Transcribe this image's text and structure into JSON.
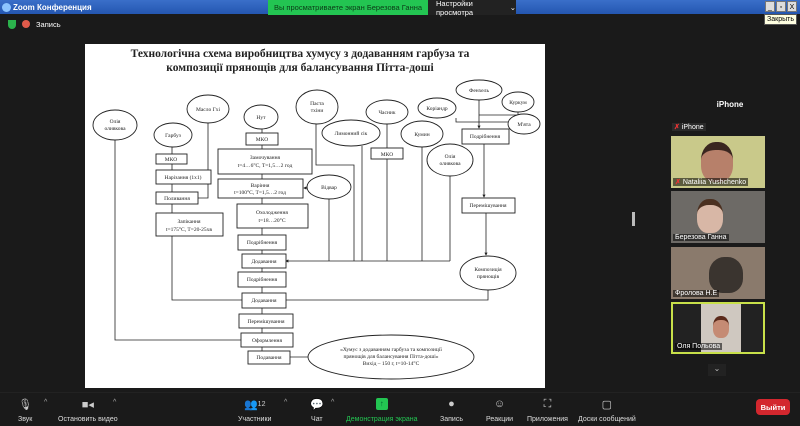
{
  "window": {
    "title": "Zoom Конференция",
    "banner": "Вы просматриваете экран Березова Ганна",
    "view_options": "Настройки просмотра",
    "tooltip": "Закрыть",
    "recording": "Запись"
  },
  "slide": {
    "title_line1": "Технологічна схема виробництва хумусу з додаванням гарбуза та",
    "title_line2": "композиції прянощів для балансування Пітта-доші",
    "nodes": {
      "olive1a": "Олія",
      "olive1b": "оливкова",
      "ghee": "Масло Гхі",
      "nut": "Нут",
      "garbuz": "Гарбуз",
      "mko1": "МКО",
      "cut": "Нарізання (1х1)",
      "pour": "Поливання",
      "bake1": "Запікання",
      "bake2": "t=175°C, T=20-25хв",
      "mko2": "МКО",
      "soak1": "Замочування",
      "soak2": "t=4…6°C, T=1,5…2 год",
      "boil1": "Варіння",
      "boil2": "t=100°C, T=1,5…2 год",
      "cool1": "Охолодження",
      "cool2": "t=18…20°C",
      "tahini1": "Паста",
      "tahini2": "тхіни",
      "lemon": "Лимонний сік",
      "garlic": "Часник",
      "mko3": "МКО",
      "cumin": "Кумин",
      "olive2a": "Олія",
      "olive2b": "оливкова",
      "coriander": "Коріандр",
      "fennel": "Фенхель",
      "curcuma": "Куркум",
      "mint": "М'ята",
      "grind_sp": "Подрібнення",
      "mix_sp": "Перемішування",
      "decoct": "Відвар",
      "grind1": "Подрібнення",
      "add1": "Додавання",
      "grind2": "Подрібнення",
      "add2": "Додавання",
      "mix": "Перемішування",
      "decor": "Оформлення",
      "serve": "Подавання",
      "comp1": "Композиція",
      "comp2": "прянощів",
      "final1": "«Хумус з додаванням гарбуза та композиції",
      "final2": "прянощів для балансування Пітта-доші»",
      "final3": "Вихід – 150 г, t=10-14°C"
    }
  },
  "participants": {
    "header": "iPhone",
    "iphone_label": "iPhone",
    "tiles": [
      "Nataliia Yushchenko",
      "Березова Ганна",
      "Фролова Н.Е",
      "Оля Польова"
    ]
  },
  "toolbar": {
    "audio": "Звук",
    "video": "Остановить видео",
    "participants": "Участники",
    "participants_count": "12",
    "chat": "Чат",
    "share": "Демонстрация экрана",
    "record": "Запись",
    "reactions": "Реакции",
    "apps": "Приложения",
    "whiteboards": "Доски сообщений",
    "leave": "Выйти"
  },
  "colors": {
    "share_green": "#23c552",
    "leave_red": "#d3272e",
    "active_border": "#c8e04a"
  }
}
